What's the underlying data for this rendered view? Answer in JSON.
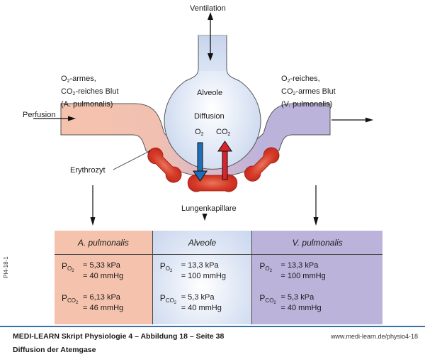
{
  "diagram": {
    "title": "Diffusion der Atemgase",
    "labels": {
      "ventilation": "Ventilation",
      "perfusion": "Perfusion",
      "alveole": "Alveole",
      "diffusion": "Diffusion",
      "o2": "O",
      "co2": "CO",
      "sub2": "2",
      "erythrozyt": "Erythrozyt",
      "lungenkapillare": "Lungenkapillare",
      "left_blood": {
        "line1_a": "O",
        "line1_b": "-armes,",
        "line2_a": "CO",
        "line2_b": "-reiches Blut",
        "line3": "(A. pulmonalis)"
      },
      "right_blood": {
        "line1_a": "O",
        "line1_b": "-reiches,",
        "line2_a": "CO",
        "line2_b": "-armes Blut",
        "line3": "(V. pulmonalis)"
      }
    },
    "colors": {
      "arterial": "#f5c3ad",
      "venous": "#bcb3db",
      "alveolar": "#d6e0f3",
      "erythrocyte": "#d43a2a",
      "o2_arrow": "#1d6fb8",
      "co2_arrow": "#d9232b"
    }
  },
  "table": {
    "columns": [
      {
        "header": "A. pulmonalis",
        "po2": {
          "label": "P",
          "sub": "O2",
          "kpa": "= 5,33 kPa",
          "mmhg": "= 40 mmHg"
        },
        "pco2": {
          "label": "P",
          "sub": "CO2",
          "kpa": "= 6,13 kPa",
          "mmhg": "= 46 mmHg"
        }
      },
      {
        "header": "Alveole",
        "po2": {
          "label": "P",
          "sub": "O2",
          "kpa": "= 13,3 kPa",
          "mmhg": "= 100 mmHg"
        },
        "pco2": {
          "label": "P",
          "sub": "CO2",
          "kpa": "= 5,3 kPa",
          "mmhg": "= 40 mmHg"
        }
      },
      {
        "header": "V. pulmonalis",
        "po2": {
          "label": "P",
          "sub": "O2",
          "kpa": "= 13,3 kPa",
          "mmhg": "= 100 mmHg"
        },
        "pco2": {
          "label": "P",
          "sub": "CO2",
          "kpa": "= 5,3 kPa",
          "mmhg": "= 40 mmHg"
        }
      }
    ]
  },
  "footer": {
    "line1": "MEDI-LEARN Skript Physiologie 4 – Abbildung 18 – Seite 38",
    "line2": "Diffusion der Atemgase",
    "url": "www.medi-learn.de/physio4-18",
    "side_code": "PI4-18-1"
  }
}
